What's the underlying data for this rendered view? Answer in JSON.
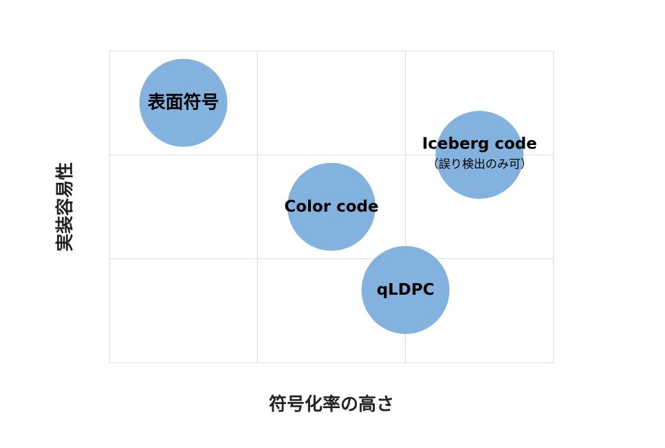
{
  "chart_data": {
    "type": "scatter",
    "title": "",
    "xlabel": "符号化率の高さ",
    "ylabel": "実装容易性",
    "xlim": [
      0,
      3
    ],
    "ylim": [
      0,
      3
    ],
    "grid": true,
    "legend": "none",
    "colors": {
      "bubble": "#83b2de",
      "grid": "#d9d9d9",
      "text": "#000000"
    },
    "points": [
      {
        "label": "表面符号",
        "sublabel": "",
        "x": 0.5,
        "y": 2.5,
        "size": 1
      },
      {
        "label": "Iceberg code",
        "sublabel": "（誤り検出のみ可）",
        "x": 2.5,
        "y": 2.0,
        "size": 1
      },
      {
        "label": "Color code",
        "sublabel": "",
        "x": 1.5,
        "y": 1.5,
        "size": 1
      },
      {
        "label": "qLDPC",
        "sublabel": "",
        "x": 2.0,
        "y": 0.7,
        "size": 1
      }
    ]
  }
}
